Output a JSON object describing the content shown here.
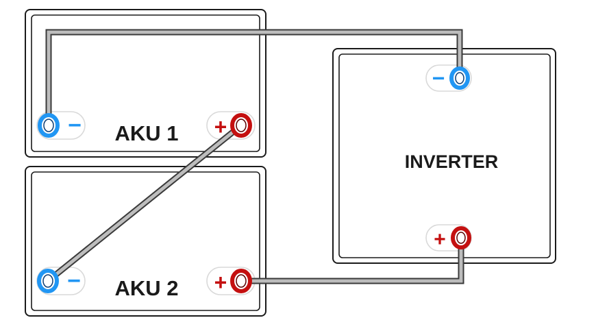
{
  "labels": {
    "battery1": "AKU 1",
    "battery2": "AKU 2",
    "inverter": "INVERTER"
  },
  "signs": {
    "plus": "+",
    "minus": "−"
  },
  "colors": {
    "negative": "#2196f3",
    "positive": "#c41010",
    "wire": "#bdbdbd",
    "outline": "#1a1a1a"
  }
}
